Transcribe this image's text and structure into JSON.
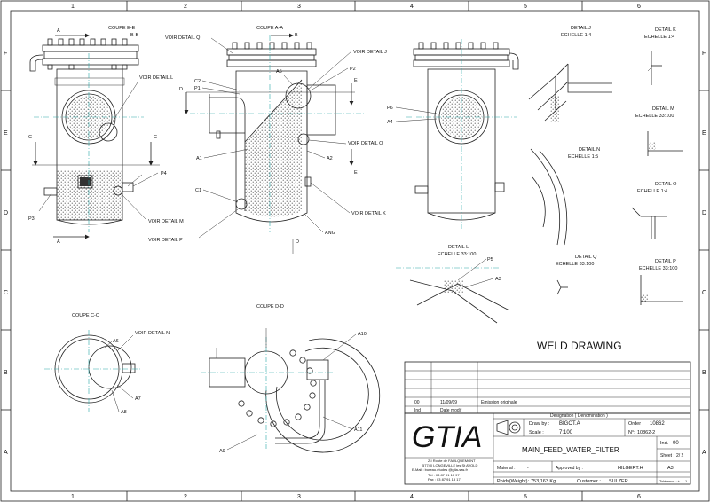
{
  "border": {
    "columns": [
      "1",
      "2",
      "3",
      "4",
      "5",
      "6"
    ],
    "rows": [
      "F",
      "E",
      "D",
      "C",
      "B",
      "A"
    ]
  },
  "views": {
    "coupe_ee": "COUPE E-E",
    "coupe_bb": "B-B",
    "coupe_aa": "COUPE A-A",
    "coupe_cc": "COUPE C-C",
    "coupe_dd": "COUPE D-D"
  },
  "section_letters": {
    "a": "A",
    "b": "B",
    "c": "C",
    "d": "D",
    "e": "E"
  },
  "callouts": {
    "voir_q": "VOIR DETAIL  Q",
    "voir_j": "VOIR DETAIL  J",
    "voir_l": "VOIR DETAIL  L",
    "voir_o": "VOIR DETAIL  O",
    "voir_k": "VOIR DETAIL  K",
    "voir_m": "VOIR DETAIL  M",
    "voir_p": "VOIR DETAIL  P",
    "voir_n": "VOIR DETAIL  N"
  },
  "welds": {
    "c2": "C2",
    "p1": "P1",
    "a5": "A5",
    "p2": "P2",
    "a1": "A1",
    "a2": "A2",
    "c1": "C1",
    "ang": "ANG",
    "p6": "P6",
    "a4": "A4",
    "p4": "P4",
    "p3": "P3",
    "p5": "P5",
    "a3": "A3",
    "a6": "A6",
    "a7": "A7",
    "a8": "A8",
    "a9": "A9",
    "a10": "A10",
    "a11": "A11"
  },
  "details": {
    "j": {
      "title": "DETAIL J",
      "scale": "ECHELLE 1:4"
    },
    "k": {
      "title": "DETAIL K",
      "scale": "ECHELLE 1:4"
    },
    "m": {
      "title": "DETAIL M",
      "scale": "ECHELLE 33:100"
    },
    "n": {
      "title": "DETAIL N",
      "scale": "ECHELLE 1:5"
    },
    "o": {
      "title": "DETAIL O",
      "scale": "ECHELLE 1:4"
    },
    "l": {
      "title": "DETAIL L",
      "scale": "ECHELLE 33:100"
    },
    "q": {
      "title": "DETAIL Q",
      "scale": "ECHELLE 33:100"
    },
    "p": {
      "title": "DETAIL P",
      "scale": "ECHELLE 33:100"
    }
  },
  "main_title": "WELD DRAWING",
  "revision": {
    "ind_value": "00",
    "date_value": "11/09/09",
    "description": "Emission originale",
    "ind_label": "Ind",
    "date_label": "Date modif"
  },
  "title_block": {
    "designation_label": "Designation ( Denomination )",
    "draw_by_label": "Draw by :",
    "draw_by_value": "BIGOT.A",
    "order_label": "Order :",
    "order_value": "10862",
    "scale_label": "Scale :",
    "scale_value": "7:100",
    "number_label": "N°:",
    "number_value": "10862-2",
    "company_logo": "GTIA",
    "address": [
      "Z.I Route de FAULQUEMONT",
      "57740 LONGEVILLE les St AVOLD",
      "E-Mail : bureau.etudes    @gtia-sas.fr",
      "Tél : 03 87 91 10 97",
      "Fax : 03 87 91 13 17"
    ],
    "part_name": "MAIN_FEED_WATER_FILTER",
    "ind_label": "Ind.",
    "ind_value": "00",
    "sheet_label": "Sheet :",
    "sheet_value": "2/ 2",
    "material_label": "Material :",
    "material_value": "-",
    "approved_label": "Approved by :",
    "approved_value": "HILGERT.H",
    "format_value": "A3",
    "weight_label": "Poids(Weight):",
    "weight_value": "753,163  Kg",
    "customer_label": "Customer :",
    "customer_value": "SULZER",
    "tolerance_label": "Tolérance : ±",
    "tolerance_value": "1"
  }
}
